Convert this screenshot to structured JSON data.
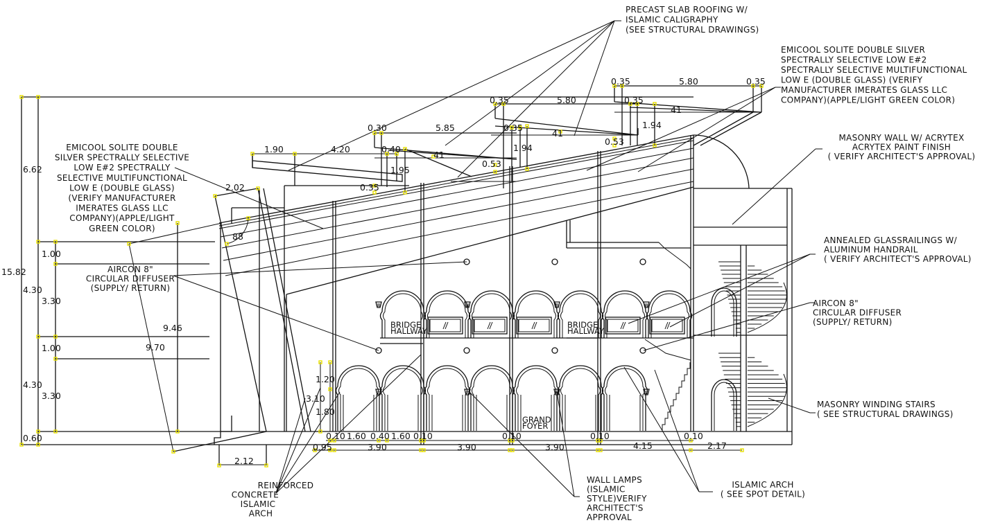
{
  "drawing": {
    "type": "architectural-section",
    "background": "#ffffff",
    "line_color": "#111111",
    "grip_color": "#e8e000"
  },
  "notes": {
    "precast_roof": [
      "PRECAST SLAB ROOFING W/",
      "ISLAMIC CALIGRAPHY",
      "(SEE STRUCTURAL DRAWINGS)"
    ],
    "glass_right": [
      "EMICOOL SOLITE DOUBLE SILVER",
      "SPECTRALLY SELECTIVE LOW E#2",
      "SPECTRALLY SELECTIVE MULTIFUNCTIONAL",
      "LOW E (DOUBLE GLASS) (VERIFY",
      "MANUFACTURER IMERATES GLASS LLC",
      "COMPANY)(APPLE/LIGHT GREEN COLOR)"
    ],
    "masonry_wall": [
      "MASONRY WALL W/ ACRYTEX",
      "ACRYTEX PAINT FINISH",
      "( VERIFY ARCHITECT'S APPROVAL)"
    ],
    "glass_left": [
      "EMICOOL SOLITE DOUBLE",
      "SILVER SPECTRALLY SELECTIVE",
      "LOW E#2 SPECTRALLY",
      "SELECTIVE MULTIFUNCTIONAL",
      "LOW E (DOUBLE GLASS)",
      "(VERIFY MANUFACTURER",
      "IMERATES GLASS LLC",
      "COMPANY)(APPLE/LIGHT",
      "GREEN COLOR)"
    ],
    "aircon_left": [
      "AIRCON 8\"",
      "CIRCULAR DIFFUSER",
      "(SUPPLY/ RETURN)"
    ],
    "glass_railings": [
      "ANNEALED GLASSRAILINGS W/",
      "ALUMINUM HANDRAIL",
      "( VERIFY ARCHITECT'S APPROVAL)"
    ],
    "aircon_right": [
      "AIRCON 8\"",
      "CIRCULAR DIFFUSER",
      "(SUPPLY/ RETURN)"
    ],
    "winding_stairs": [
      "MASONRY WINDING STAIRS",
      "( SEE STRUCTURAL DRAWINGS)"
    ],
    "islamic_arch": [
      "ISLAMIC ARCH",
      "( SEE SPOT DETAIL)"
    ],
    "wall_lamps": [
      "WALL LAMPS",
      "(ISLAMIC",
      "STYLE)VERIFY",
      "ARCHITECT'S",
      "APPROVAL"
    ],
    "rc_arch": [
      "REINFORCED",
      "CONCRETE",
      "ISLAMIC",
      "ARCH"
    ]
  },
  "rooms": {
    "bridge_1": [
      "BRIDGE",
      "HALLWAY"
    ],
    "bridge_2": [
      "BRIDGE",
      "HALLWAY"
    ],
    "grand_foyer": [
      "GRAND",
      "FOYER"
    ]
  },
  "dimensions": {
    "left_overall": "15.82",
    "left_top": "6.62",
    "left_floor1": "4.30",
    "left_floor2": "4.30",
    "left_slab1": "1.00",
    "left_slab2": "1.00",
    "left_clear1": "3.30",
    "left_clear2": "3.30",
    "left_base": "0.60",
    "col_height1": "9.46",
    "col_height2": "9.70",
    "roof_a_w1": "1.90",
    "roof_a_w2": "4.20",
    "roof_a_h": "1.95",
    "roof_a_t1": "0.30",
    "roof_a_t2": "0.40",
    "roof_a_t3": "0.35",
    "roof_b_w": "5.85",
    "roof_b_t1": "0.35",
    "roof_b_h": "1.94",
    "roof_b_off": "0.53",
    "roof_b_a": "41",
    "roof_c_w": "5.80",
    "roof_c_t1": "0.35",
    "roof_c_t2": "0.35",
    "roof_c_h": "1.94",
    "roof_c_off": "0.53",
    "roof_c_a": "41",
    "roof_d_w": "5.80",
    "roof_d_t1": "0.35",
    "roof_d_t2": "0.35",
    "roof_d_a": "41",
    "wing_w": "2.02",
    "wing_angle": "88",
    "base_w": "2.12",
    "arch_h1": "1.20",
    "arch_h2": "1.80",
    "arch_total": "3.10",
    "bot_a": "0.10",
    "bot_b": "1.60",
    "bot_c": "0.40",
    "bot_d": "1.60",
    "bot_e": "0.10",
    "bot_f": "0.10",
    "bot_g": "0.10",
    "bot_h": "0.10",
    "bot_95": "0.95",
    "bay1": "3.90",
    "bay2": "3.90",
    "bay3": "3.90",
    "bay4": "4.15",
    "bay5": "2.17"
  }
}
